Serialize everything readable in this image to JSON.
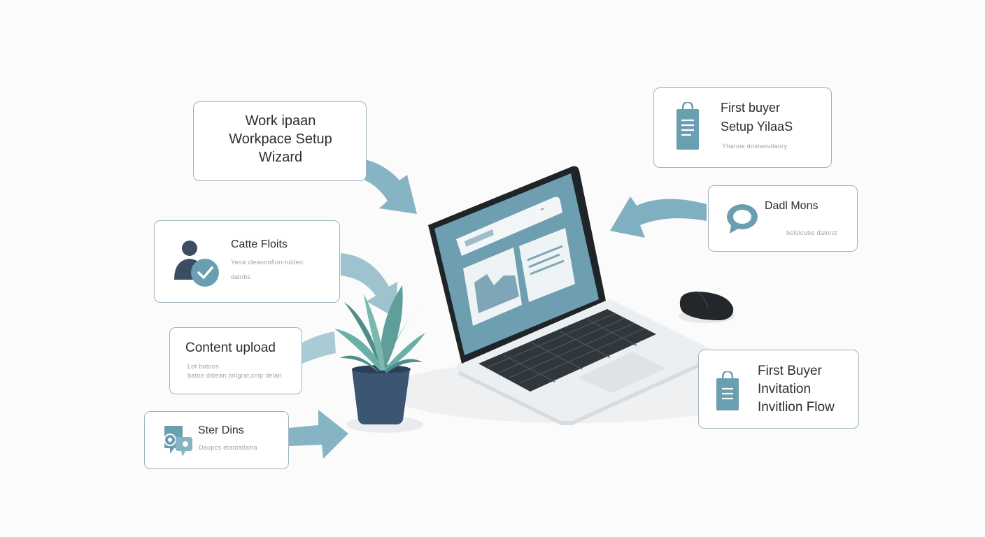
{
  "cards": {
    "workspace": {
      "line1": "Work ipaan",
      "line2": "Workpace Setup",
      "line3": "Wizard"
    },
    "catte": {
      "title": "Catte Floits",
      "sub1": "Yeoa cleanonflon-tuldeo",
      "sub2": "dalnbs"
    },
    "content": {
      "title": "Content upload",
      "sub1": "Lot batoos",
      "sub2": "batoe dstean onlgrat,cnlp delan"
    },
    "ster": {
      "title": "Ster Dins",
      "sub": "Daupcs etantatlatra"
    },
    "first_buyer_setup": {
      "line1": "First buyer",
      "line2": "Setup YilaaS",
      "sub": "Yhanue dostanvdaory"
    },
    "dadl": {
      "title": "Dadl Mons",
      "sub": "bolsicube dalorst"
    },
    "first_buyer_invite": {
      "line1": "First Buyer",
      "line2": "Invitation",
      "line3": "Invitlion Flow"
    }
  },
  "colors": {
    "accent": "#6a9fb1",
    "accent_light": "#86b4c4",
    "dark": "#3b4d60",
    "border": "#9fb3be",
    "laptop_screen": "#6d9fb1",
    "plant_leaf": "#5f9e99",
    "pot": "#3b5573"
  },
  "icons": {
    "workspace": "",
    "catte": "user-check-icon",
    "ster": "chat-bubbles-icon",
    "first_buyer_setup": "shopping-bag-list-icon",
    "dadl": "chat-bubble-icon",
    "first_buyer_invite": "shopping-bag-list-icon"
  }
}
